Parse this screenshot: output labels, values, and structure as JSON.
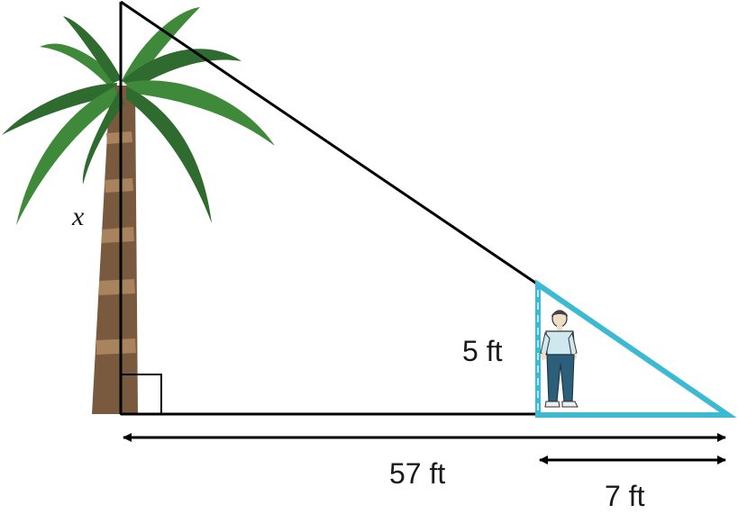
{
  "labels": {
    "tree_height": "x",
    "person_height": "5 ft",
    "total_distance": "57 ft",
    "shadow_distance": "7 ft"
  },
  "colors": {
    "line": "#000000",
    "small_triangle": "#3dbad3",
    "leaf_dark": "#2f6b2f",
    "leaf_mid": "#3f8a3a",
    "trunk": "#7a5a3e",
    "trunk_band": "#a8835e"
  },
  "icons": {
    "tree": "palm-tree-icon",
    "person": "standing-man-icon"
  }
}
